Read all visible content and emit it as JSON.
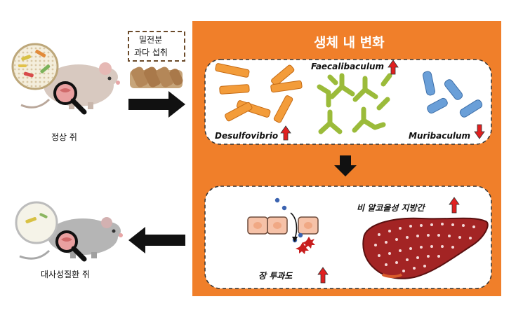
{
  "left": {
    "normal_mouse_label": "정상 쥐",
    "diseased_mouse_label": "대사성질환 쥐"
  },
  "intake_box": {
    "line1": "밀전분",
    "line2": "과다 섭취"
  },
  "panel": {
    "title": "생체 내 변화"
  },
  "bacteria": {
    "faecalibaculum": "Faecalibaculum",
    "desulfovibrio": "Desulfovibrio",
    "muribaculum": "Muribaculum"
  },
  "effects": {
    "liver_label": "비 알코올성 지방간",
    "gut_label": "장 투과도"
  },
  "colors": {
    "panel_orange": "#f07f2a",
    "rod_orange": "#f39c3a",
    "faecali_green": "#9bbb3a",
    "muribaculum_blue": "#6a9fd8",
    "arrow_red": "#e02020",
    "liver_red": "#a32424"
  }
}
